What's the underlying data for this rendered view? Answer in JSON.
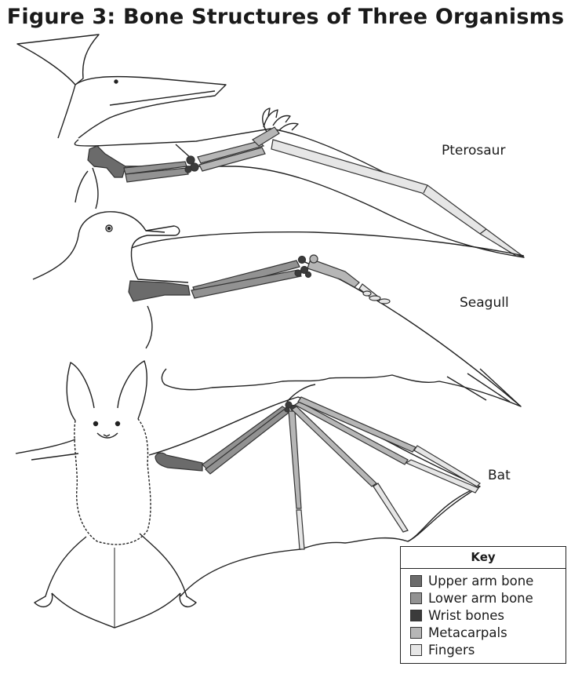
{
  "title": "Figure 3: Bone Structures of Three Organisms",
  "organisms": {
    "pterosaur": "Pterosaur",
    "seagull": "Seagull",
    "bat": "Bat"
  },
  "key": {
    "heading": "Key",
    "items": [
      {
        "label": "Upper arm bone",
        "color": "#6b6b6b"
      },
      {
        "label": "Lower arm bone",
        "color": "#929292"
      },
      {
        "label": "Wrist bones",
        "color": "#3b3b3b"
      },
      {
        "label": "Metacarpals",
        "color": "#b6b6b6"
      },
      {
        "label": "Fingers",
        "color": "#e6e6e6"
      }
    ]
  }
}
